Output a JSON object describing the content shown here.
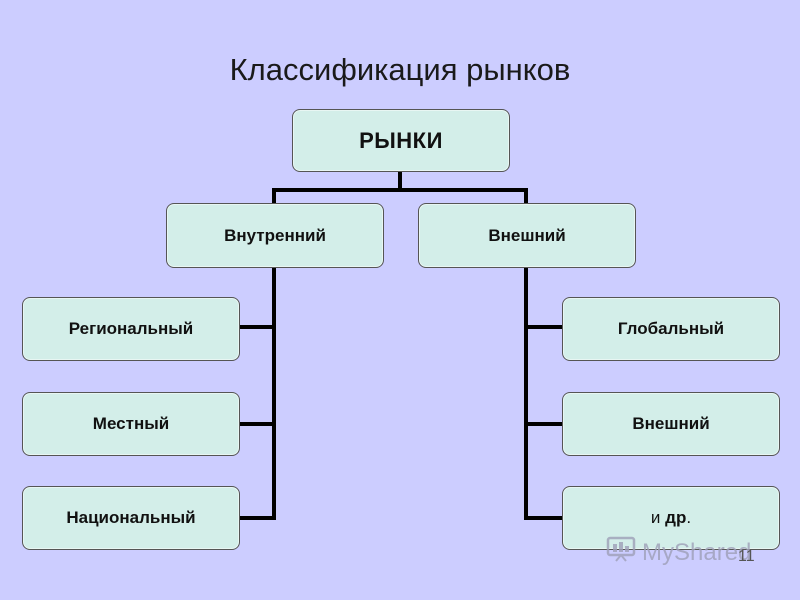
{
  "title": "Классификация рынков",
  "root": "РЫНКИ",
  "level1": {
    "left": "Внутренний",
    "right": "Внешний"
  },
  "left_children": [
    "Региональный",
    "Местный",
    "Национальный"
  ],
  "right_children": [
    "Глобальный",
    "Внешний"
  ],
  "right_etc": {
    "pre": "и ",
    "bold": "др",
    "post": "."
  },
  "watermark": "MyShared",
  "page_number": "11",
  "colors": {
    "background": "#cccdff",
    "box_fill": "#d3eee9",
    "connector": "#000000"
  }
}
